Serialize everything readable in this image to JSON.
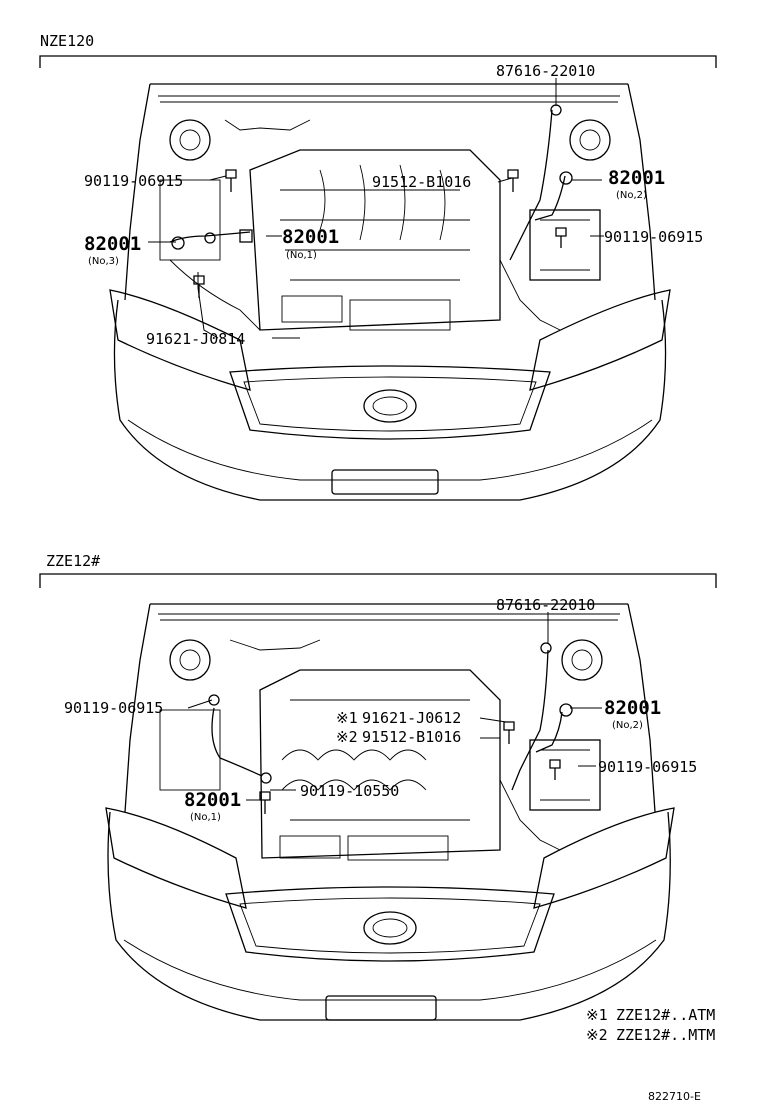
{
  "sections": [
    {
      "title": "NZE120",
      "callouts": [
        {
          "part": "87616-22010",
          "sub": ""
        },
        {
          "part": "90119-06915",
          "sub": ""
        },
        {
          "part": "91512-B1016",
          "sub": ""
        },
        {
          "part": "82001",
          "sub": "(No,2)"
        },
        {
          "part": "82001",
          "sub": "(No,3)"
        },
        {
          "part": "82001",
          "sub": "(No,1)"
        },
        {
          "part": "90119-06915",
          "sub": ""
        },
        {
          "part": "91621-J0814",
          "sub": ""
        }
      ]
    },
    {
      "title": "ZZE12#",
      "callouts": [
        {
          "part": "87616-22010",
          "sub": ""
        },
        {
          "part": "90119-06915",
          "sub": ""
        },
        {
          "part": "91621-J0612",
          "sub": "",
          "mark": "※1"
        },
        {
          "part": "91512-B1016",
          "sub": "",
          "mark": "※2"
        },
        {
          "part": "82001",
          "sub": "(No,2)"
        },
        {
          "part": "82001",
          "sub": "(No,1)"
        },
        {
          "part": "90119-10550",
          "sub": ""
        },
        {
          "part": "90119-06915",
          "sub": ""
        }
      ]
    }
  ],
  "notes": [
    {
      "mark": "※1",
      "text": "ZZE12#..ATM"
    },
    {
      "mark": "※2",
      "text": "ZZE12#..MTM"
    }
  ],
  "figure_code": "822710-E"
}
